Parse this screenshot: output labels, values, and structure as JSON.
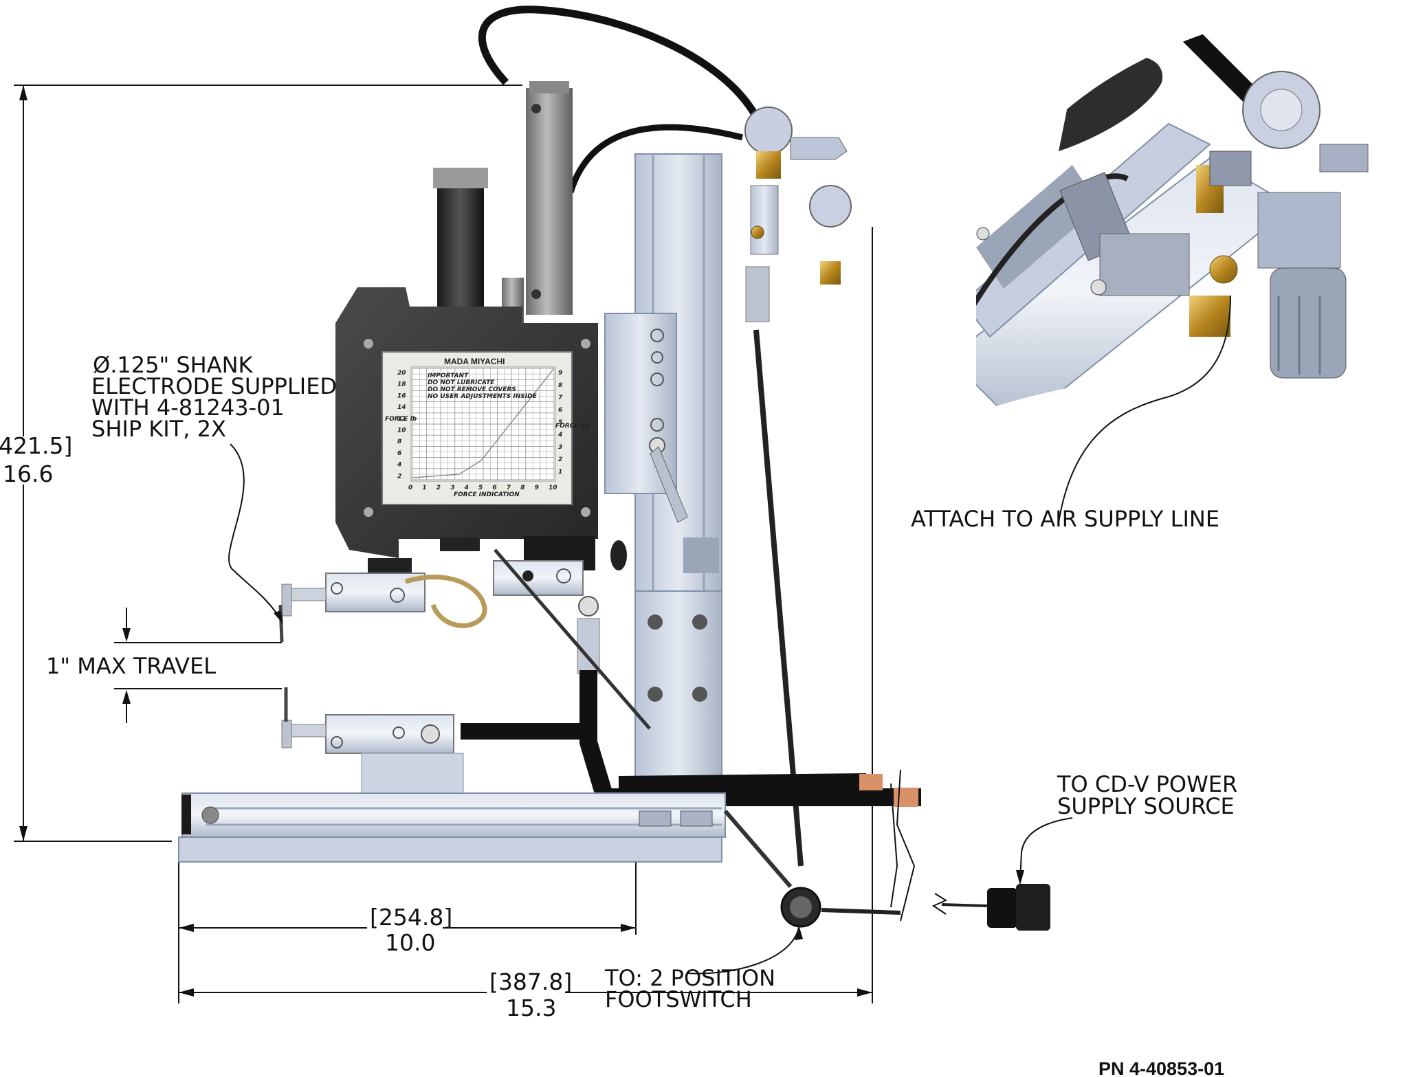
{
  "callouts": {
    "electrode_line1": "Ø.125\" SHANK",
    "electrode_line2": "ELECTRODE SUPPLIED",
    "electrode_line3": "WITH 4-81243-01",
    "electrode_line4": "SHIP KIT, 2X",
    "max_travel": "1\" MAX TRAVEL",
    "air_supply": "ATTACH TO AIR SUPPLY LINE",
    "power_line1": "TO CD-V POWER",
    "power_line2": "SUPPLY SOURCE",
    "footswitch_line1": "TO: 2 POSITION",
    "footswitch_line2": "FOOTSWITCH"
  },
  "dimensions": {
    "height_mm": "421.5]",
    "height_in": "16.6",
    "base_depth_mm": "[254.8]",
    "base_depth_in": "10.0",
    "overall_depth_mm": "[387.8]",
    "overall_depth_in": "15.3"
  },
  "gauge": {
    "brand": "MADA  MIYACHI",
    "note1": "IMPORTANT",
    "note2": "DO NOT LUBRICATE",
    "note3": "DO NOT REMOVE COVERS",
    "note4": "NO USER ADJUSTMENTS INSIDE",
    "left_axis": "FORCE lb",
    "right_axis": "FORCE kg",
    "bottom_axis": "FORCE INDICATION",
    "lb_ticks": [
      "20",
      "18",
      "16",
      "14",
      "12",
      "10",
      "8",
      "6",
      "4",
      "2"
    ],
    "kg_ticks": [
      "9",
      "8",
      "7",
      "6",
      "5",
      "4",
      "3",
      "2",
      "1"
    ],
    "x_ticks": [
      "0",
      "1",
      "2",
      "3",
      "4",
      "5",
      "6",
      "7",
      "8",
      "9",
      "10"
    ]
  },
  "part_number": "PN 4-40853-01"
}
